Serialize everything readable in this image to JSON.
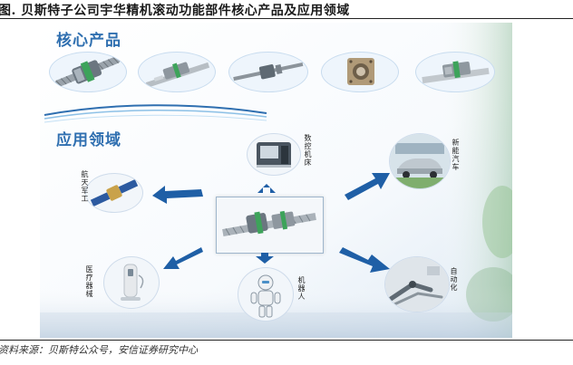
{
  "header": {
    "title": "图. 贝斯特子公司宇华精机滚动功能部件核心产品及应用领域"
  },
  "panel": {
    "products_title": "核心产品",
    "applications_title": "应用领域",
    "products": [
      {
        "icon": "ball-screw-assembly-icon"
      },
      {
        "icon": "linear-guide-block-icon"
      },
      {
        "icon": "ball-screw-shaft-icon"
      },
      {
        "icon": "bearing-housing-icon"
      },
      {
        "icon": "linear-guide-rail-icon"
      }
    ],
    "applications": {
      "cnc": "数控机床",
      "aerospace": "航天军工",
      "nev": "新能汽车",
      "medical": "医疗器械",
      "robot": "机器人",
      "automation": "自动化"
    },
    "colors": {
      "accent": "#2f6fb0",
      "arrow": "#1f5fa6"
    }
  },
  "footer": {
    "source": "资料来源：贝斯特公众号，安信证券研究中心"
  }
}
